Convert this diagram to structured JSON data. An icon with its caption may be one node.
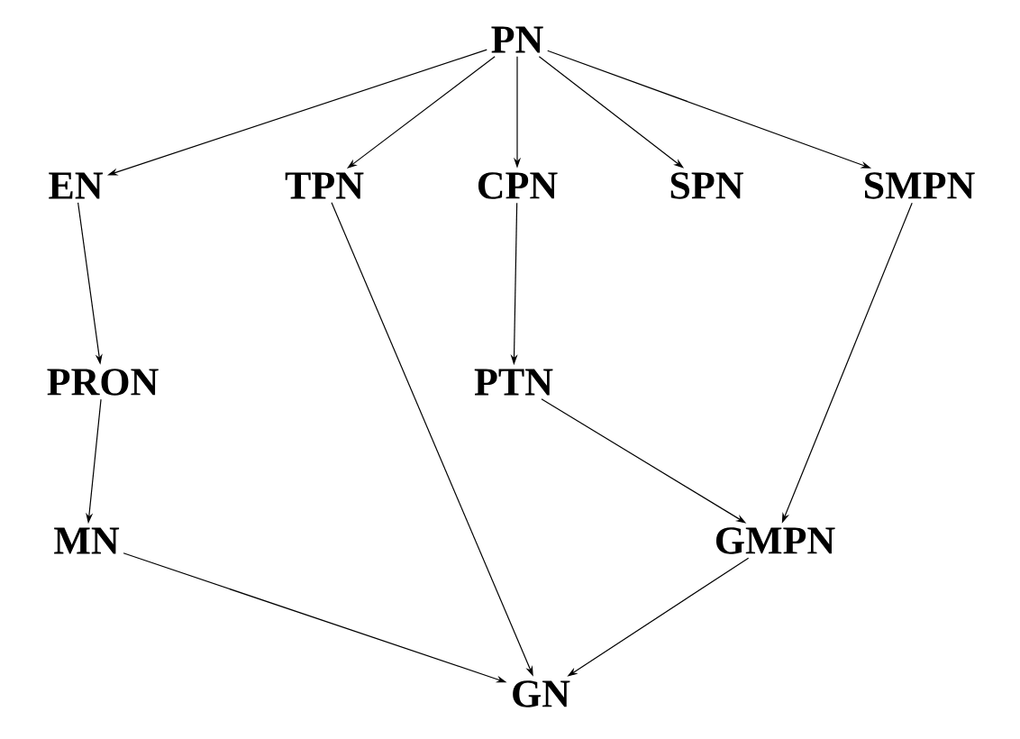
{
  "diagram": {
    "nodes": [
      {
        "text": [
          "PN"
        ]
      },
      {
        "text": [
          "EN"
        ]
      },
      {
        "text": [
          "TPN"
        ]
      },
      {
        "text": [
          "CPN"
        ]
      },
      {
        "text": [
          "SPN"
        ]
      },
      {
        "text": [
          "SMPN"
        ]
      },
      {
        "text": [
          "PRON"
        ]
      },
      {
        "text": [
          "PTN"
        ]
      },
      {
        "text": [
          "MN"
        ]
      },
      {
        "text": [
          "GMPN"
        ]
      },
      {
        "text": [
          "GN"
        ]
      }
    ],
    "edges": [
      {
        "from": 0,
        "to": 1,
        "arrow": "to"
      },
      {
        "from": 0,
        "to": 2,
        "arrow": "to"
      },
      {
        "from": 0,
        "to": 3,
        "arrow": "to"
      },
      {
        "from": 0,
        "to": 4,
        "arrow": "to"
      },
      {
        "from": 0,
        "to": 5,
        "arrow": "to"
      },
      {
        "from": 1,
        "to": 6,
        "arrow": "to"
      },
      {
        "from": 6,
        "to": 8,
        "arrow": "to"
      },
      {
        "from": 3,
        "to": 7,
        "arrow": "to"
      },
      {
        "from": 2,
        "to": 10,
        "arrow": "to"
      },
      {
        "from": 7,
        "to": 9,
        "arrow": "to"
      },
      {
        "from": 5,
        "to": 9,
        "arrow": "to"
      },
      {
        "from": 8,
        "to": 10,
        "arrow": "to"
      },
      {
        "from": 9,
        "to": 10,
        "arrow": "to"
      }
    ]
  }
}
